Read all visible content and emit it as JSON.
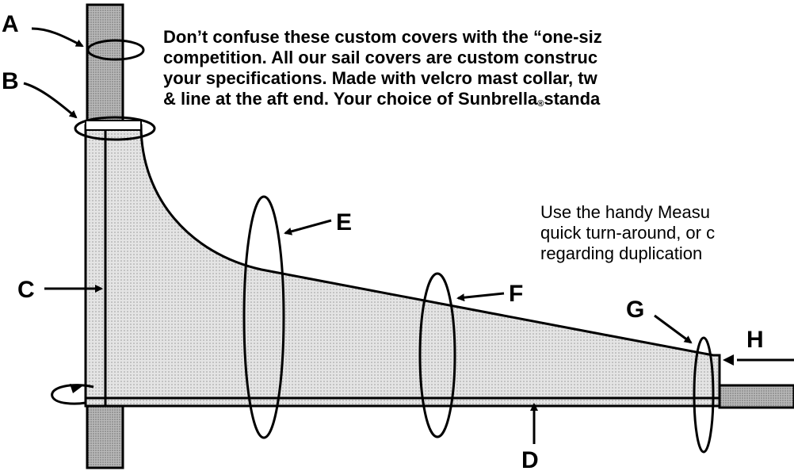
{
  "labels": {
    "a": "A",
    "b": "B",
    "c": "C",
    "d": "D",
    "e": "E",
    "f": "F",
    "g": "G",
    "h": "H"
  },
  "main_text": {
    "line1": "Don’t confuse these custom covers with the “one-siz",
    "line2": "competition. All our sail covers are custom construc",
    "line3": "your specifications. Made with velcro mast collar, tw",
    "line4_start": "& line at the aft end. Your choice of Sunbrella",
    "line4_end": "standa",
    "registered_mark": "®"
  },
  "side_text": {
    "line1": "Use the handy Measu",
    "line2": "quick turn-around, or c",
    "line3": "regarding duplication"
  },
  "colors": {
    "ink": "#000000",
    "mast_fill": "#a9a9a9",
    "sail_fill": "#d9d9d9"
  }
}
